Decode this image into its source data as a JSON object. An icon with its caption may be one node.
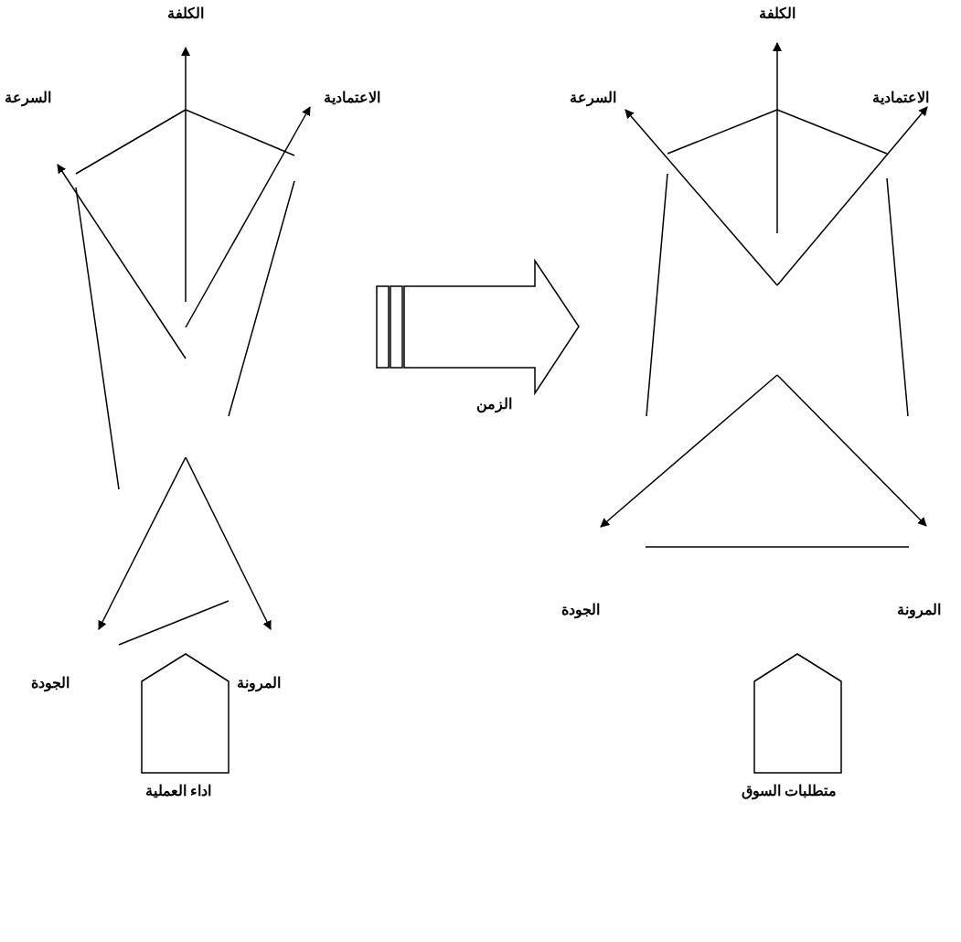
{
  "diagram": {
    "nodes": [
      {
        "text": [
          "اداء العملية"
        ]
      },
      {
        "text": [
          "متطلبات السوق"
        ]
      }
    ],
    "labels": [
      "الكلفة",
      "الكلفة",
      "السرعة",
      "الاعتمادية",
      "السرعة",
      "الاعتمادية",
      "الزمن",
      "الجودة",
      "المرونة",
      "الجودة",
      "المرونة"
    ]
  }
}
